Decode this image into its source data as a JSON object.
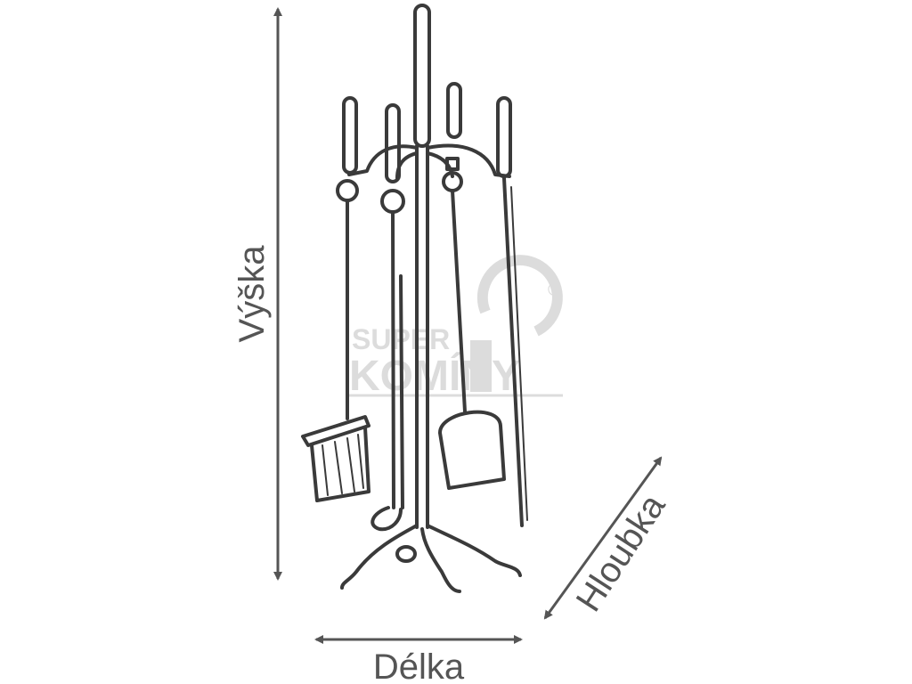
{
  "dimensions": {
    "height_label": "Výška",
    "length_label": "Délka",
    "depth_label": "Hloubka"
  },
  "watermark": {
    "line1": "SUPER",
    "line2": "KOMÍNY",
    "registered": "®"
  },
  "colors": {
    "line": "#3a3a3a",
    "arrow": "#555555",
    "watermark": "#d9d9d9"
  }
}
